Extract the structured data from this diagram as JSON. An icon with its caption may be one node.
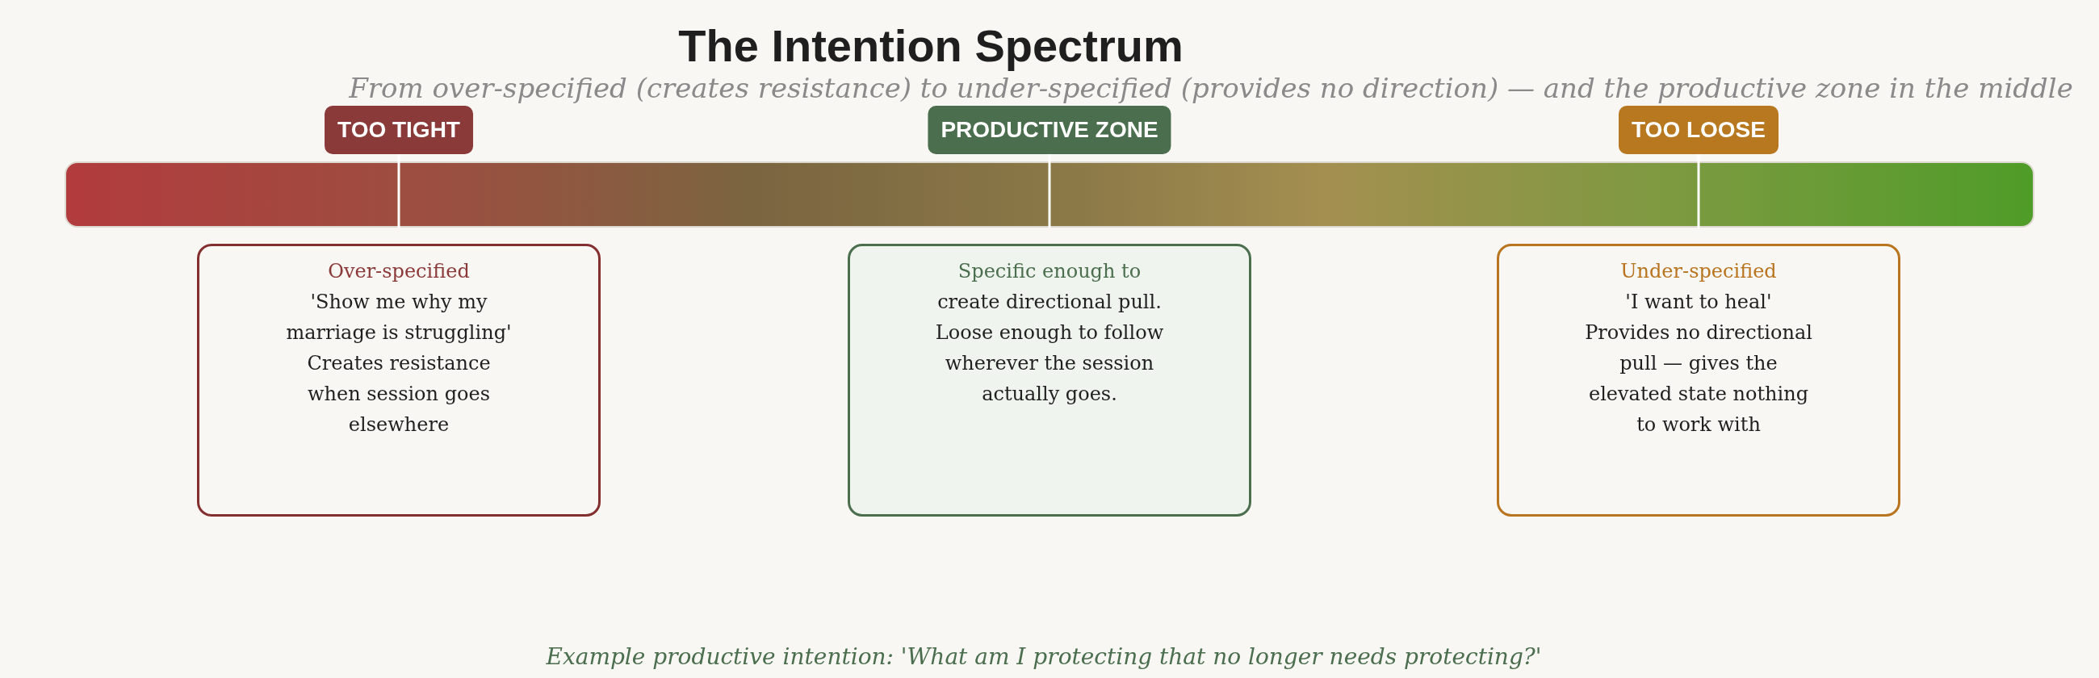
{
  "diagram": {
    "title": "The Intention Spectrum",
    "nodes": [
      {
        "text": [
          "TOO TIGHT"
        ]
      },
      {
        "text": [
          "PRODUCTIVE ZONE"
        ]
      },
      {
        "text": [
          "TOO LOOSE"
        ]
      },
      {
        "text": [],
        "shape": "bar"
      },
      {
        "text": [
          "Over-specified",
          "'Show me why my marriage is struggling'",
          "Creates resistance when session goes elsewhere"
        ]
      },
      {
        "text": [
          "Specific enough to",
          "create directional pull. Loose enough to follow wherever the session actually goes."
        ]
      },
      {
        "text": [
          "Under-specified",
          "'I want to heal'",
          "Provides no directional pull — gives the elevated state nothing to work with"
        ]
      }
    ],
    "edges": [
      {
        "from": 0,
        "to": 3,
        "arrow": "none"
      },
      {
        "from": 1,
        "to": 3,
        "arrow": "none"
      },
      {
        "from": 2,
        "to": 3,
        "arrow": "none"
      }
    ],
    "labels": [
      "From over-specified (creates resistance) to under-specified (provides no direction) — and the productive zone in the middle"
    ],
    "caption": "Example productive intention: 'What am I protecting that no longer needs protecting?'"
  }
}
